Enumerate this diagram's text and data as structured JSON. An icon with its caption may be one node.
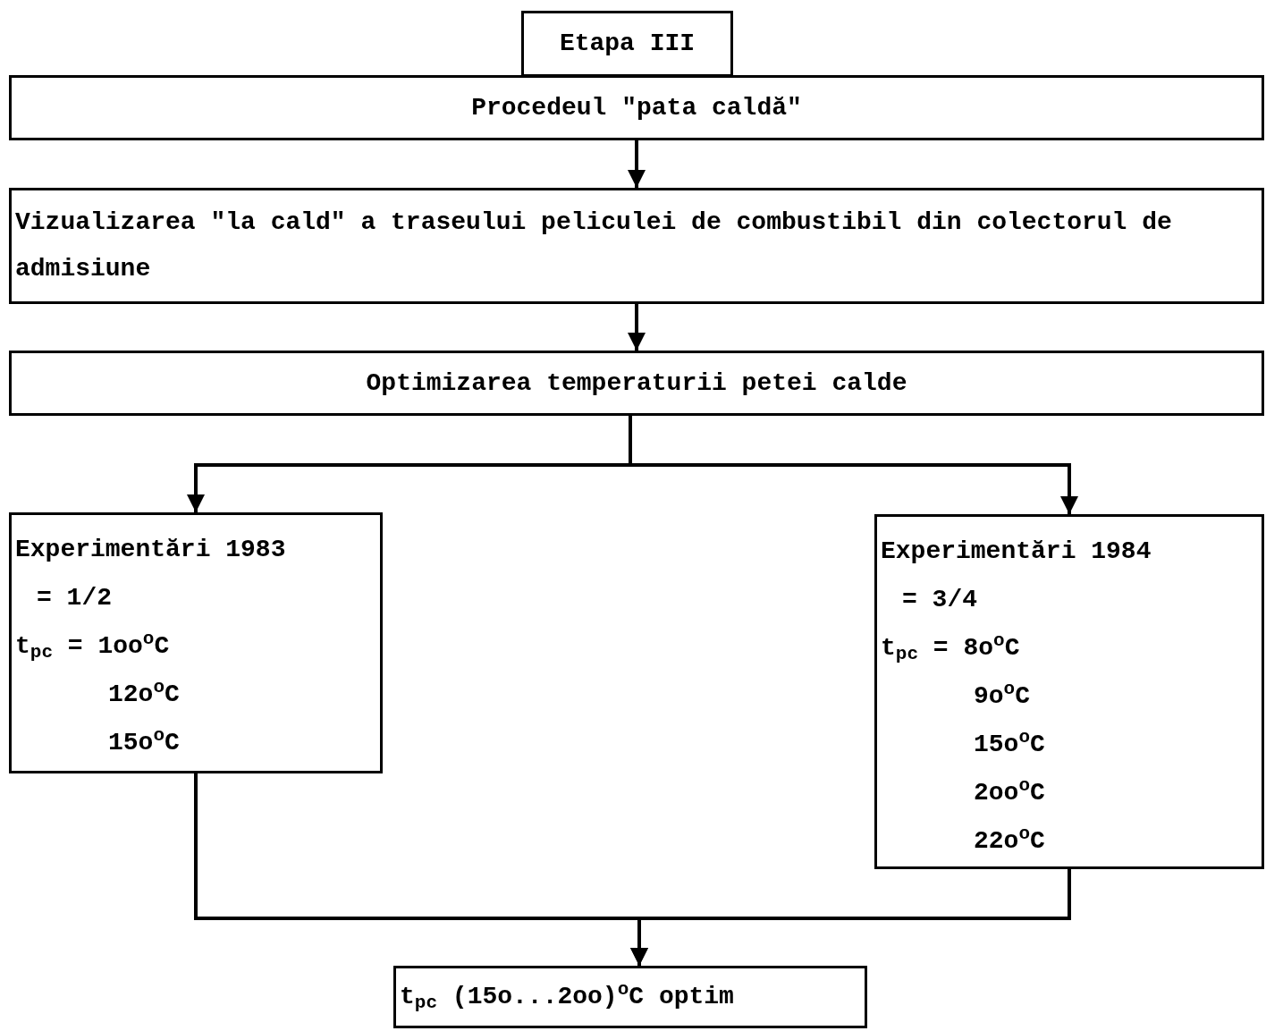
{
  "diagram": {
    "nodes": [
      {
        "text": [
          "Etapa III"
        ]
      },
      {
        "text": [
          "Procedeul \"pata caldă\""
        ]
      },
      {
        "text": [
          "Vizualizarea \"la cald\" a traseului peliculei de combustibil din colectorul de admisiune"
        ]
      },
      {
        "text": [
          "Optimizarea temperaturii petei calde"
        ]
      },
      {
        "text": [
          "Experimentări 1983",
          "= 1/2",
          "t$_{pc}$ = 1oo$^{o}$C",
          "12o$^{o}$C",
          "15o$^{o}$C"
        ]
      },
      {
        "text": [
          "Experimentări 1984",
          "= 3/4",
          "t$_{pc}$ = 8o$^{o}$C",
          "9o$^{o}$C",
          "15o$^{o}$C",
          "2oo$^{o}$C",
          "22o$^{o}$C"
        ]
      },
      {
        "text": [
          "t$_{pc}$ (15o...2oo)$^{o}$C optim"
        ]
      }
    ],
    "edges": [
      {
        "from": 1,
        "to": 2,
        "arrow": "to"
      },
      {
        "from": 2,
        "to": 3,
        "arrow": "to"
      },
      {
        "from": 3,
        "to": 4,
        "arrow": "to"
      },
      {
        "from": 3,
        "to": 5,
        "arrow": "to"
      },
      {
        "from": 4,
        "to": 6,
        "arrow": "to"
      },
      {
        "from": 5,
        "to": 6,
        "arrow": "to"
      }
    ]
  }
}
